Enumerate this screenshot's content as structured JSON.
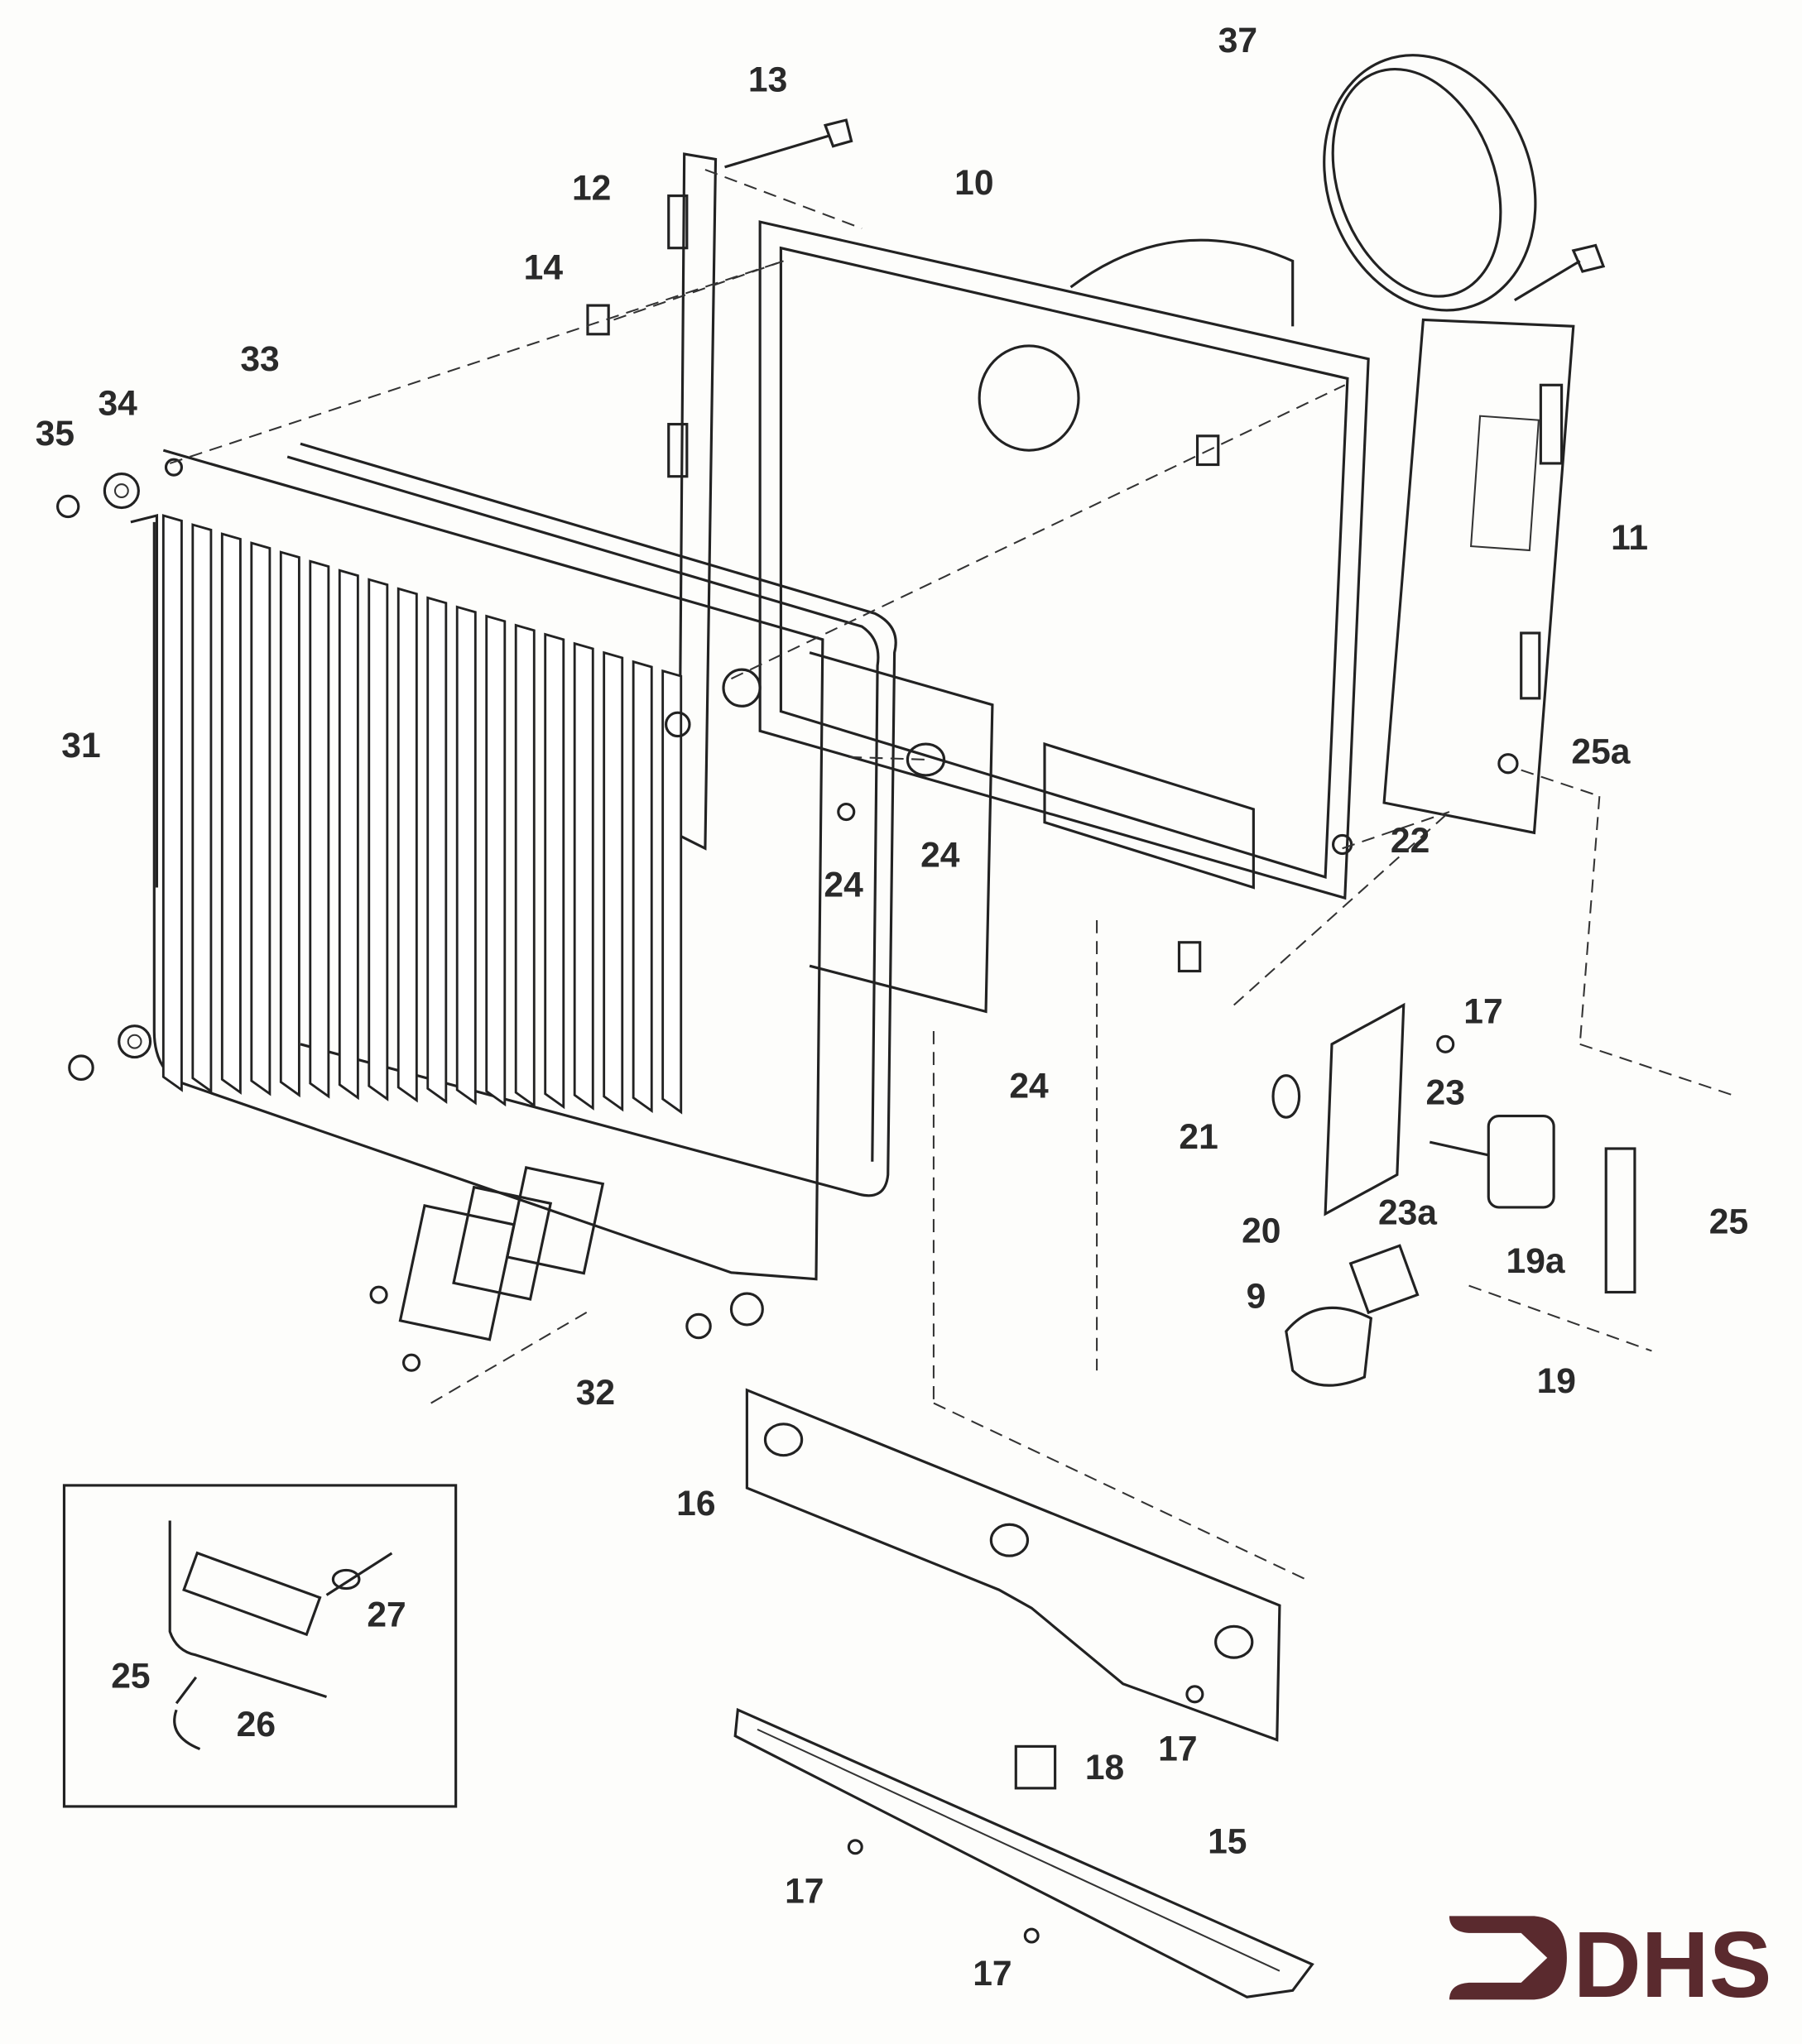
{
  "diagram": {
    "type": "exploded parts diagram",
    "labels": [
      "37",
      "13",
      "12",
      "10",
      "14",
      "33",
      "34",
      "35",
      "11",
      "25a",
      "31",
      "24",
      "24",
      "22",
      "24",
      "17",
      "23",
      "21",
      "23a",
      "20",
      "25",
      "19a",
      "9",
      "19",
      "32",
      "16",
      "27",
      "25",
      "26",
      "18",
      "17",
      "15",
      "17",
      "17"
    ],
    "inset_labels_note": ""
  },
  "logo": {
    "text": "DHS",
    "color": "#5a2a2e"
  },
  "colors": {
    "line": "#222222",
    "background": "#fdfdfb"
  }
}
